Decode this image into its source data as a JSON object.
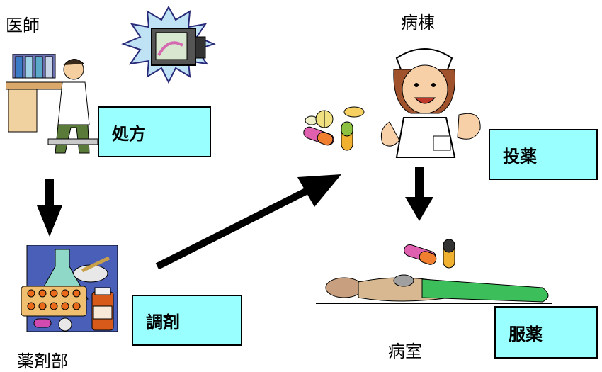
{
  "locations": {
    "doctor": "医師",
    "ward": "病棟",
    "pharmacy": "薬剤部",
    "patient_room": "病室"
  },
  "steps": {
    "prescription": "処方",
    "dispensing": "調剤",
    "administration": "投薬",
    "taking_medicine": "服薬"
  },
  "colors": {
    "box_fill": "#99ffff",
    "arrow": "#000000"
  }
}
